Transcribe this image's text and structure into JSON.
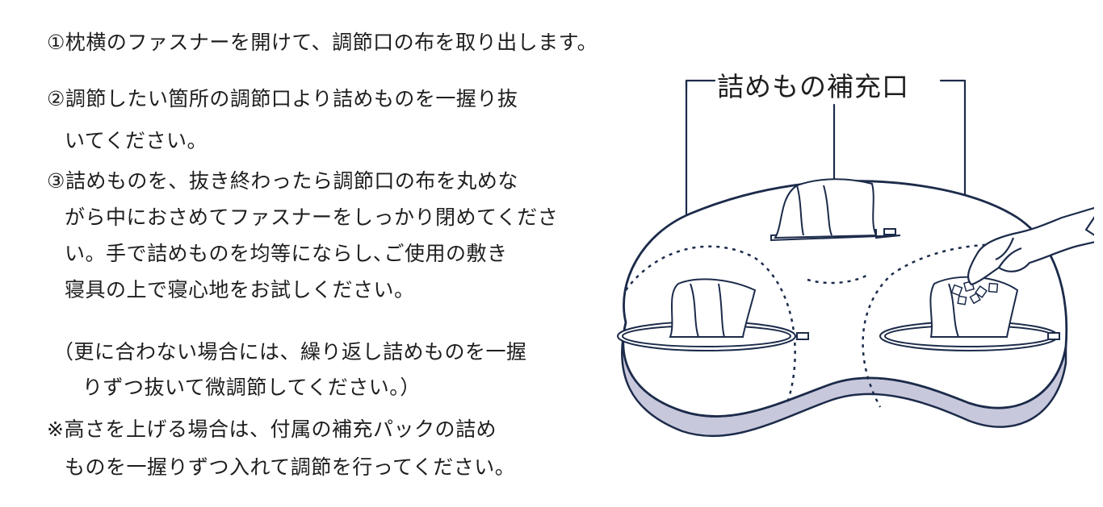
{
  "instructions": {
    "step1": "①枕横のファスナーを開けて、調節口の布を取り出します。",
    "step2": [
      "②調節したい箇所の調節口より詰めものを一握り抜",
      "いてください。"
    ],
    "step3": [
      "③詰めものを、抜き終わったら調節口の布を丸めな",
      "がら中におさめてファスナーをしっかり閉めてくださ",
      "い。手で詰めものを均等にならし､ご使用の敷き",
      "寝具の上で寝心地をお試しください。"
    ],
    "note": [
      "（更に合わない場合には、繰り返し詰めものを一握",
      "りずつ抜いて微調節してください。）"
    ],
    "remark": [
      "※高さを上げる場合は、付属の補充パックの詰め",
      "ものを一握りずつ入れて調節を行ってください。"
    ]
  },
  "illustration": {
    "callout_title": "詰めもの補充口",
    "colors": {
      "outline": "#1c2b4a",
      "side_band": "#c8c8dc",
      "fill": "#ffffff"
    }
  }
}
